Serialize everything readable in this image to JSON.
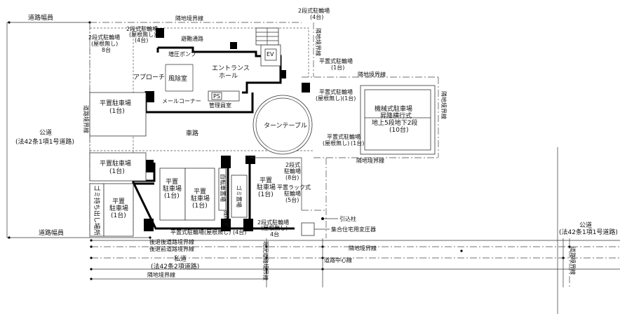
{
  "labels": {
    "road_width_top": "道路幅員",
    "road_width_bottom": "道路幅員",
    "public_road_left": "公道",
    "public_road_left_sub": "(法42条1項1号道路)",
    "public_road_right": "公道",
    "public_road_right_sub": "(法42条1項1号道路)",
    "private_road": "私道",
    "private_road_sub": "(法42条2項道路)",
    "boundary_top": "隣地境界線",
    "boundary_right_upper": "隣地境界線",
    "boundary_right_mid": "隣地境界線",
    "boundary_right_lower": "隣地境界線",
    "boundary_right_far": "隣地境界線",
    "boundary_bottom_right": "隣地境界線",
    "boundary_bottom": "隣地境界線",
    "boundary_road_left": "道路境界線",
    "boundary_road_right": "道路境界線",
    "setback_road": "後退後道路境界線",
    "setback_boundary": "後退前道路境界線",
    "road_centerline": "道路中心線",
    "current_road_boundary": "現況道路境界線",
    "evac_path": "避難通路",
    "booster_pump": "増圧ポンプ",
    "approach": "アプローチ",
    "windbreak": "風除室",
    "entrance_hall": "エントランス",
    "entrance_hall_2": "ホール",
    "ev": "EV",
    "ps": "PS",
    "mail_corner": "メールコーナー",
    "manager_room": "管理員室",
    "turntable": "ターンテーブル",
    "driveway": "車路",
    "mech_parking_1": "機械式駐車場",
    "mech_parking_2": "昇降横行式",
    "mech_parking_3": "地上5段地下2段",
    "mech_parking_4": "(10台)",
    "flat_parking_left": "平置駐車場",
    "flat_parking_left_n": "(1台)",
    "flat_parking_left2": "平置駐車場",
    "flat_parking_left2_n": "(1台)",
    "flat_parking_a1": "平置",
    "flat_parking_a2": "駐車場",
    "flat_parking_a3": "(1台)",
    "flat_parking_b1": "平置",
    "flat_parking_b2": "駐車場",
    "flat_parking_b3": "(1台)",
    "flat_parking_c1": "平置",
    "flat_parking_c2": "駐車場",
    "flat_parking_c3": "(1台)",
    "flat_parking_d1": "平置",
    "flat_parking_d2": "駐車場",
    "flat_parking_d3": "(1台)",
    "garbage_1": "ゴミ持ち出し場所",
    "garbage_2": "ゴミ置場",
    "bike_top_1": "2段式駐輪場",
    "bike_top_1n": "(4台)",
    "bike_top_2": "2段式駐輪場",
    "bike_top_2a": "(屋根無し)",
    "bike_top_2n": "(4台)",
    "bike_top_3": "2段式駐輪場",
    "bike_top_3a": "(屋根無し)",
    "bike_top_3n": "8台",
    "bike_flat_1": "平置式駐輪場",
    "bike_flat_1n": "(1台)",
    "bike_flat_2": "平置式駐輪場",
    "bike_flat_2a": "(屋根無し)",
    "bike_flat_2n": "(1台)",
    "bike_flat_3": "平置式駐輪場",
    "bike_flat_3a": "(屋根無し)",
    "bike_flat_3n": "(1台)",
    "bike_2tier_mid": "2段式",
    "bike_2tier_mid2": "駐輪場",
    "bike_2tier_mid_n": "(8台)",
    "bike_rack": "平置ラック式",
    "bike_rack2": "駐輪場",
    "bike_rack_n": "(5台)",
    "bike_bottom": "平置式駐輪場(屋根無し)",
    "bike_bottom_n": "(4台)",
    "bike_bottom_2": "2段式駐輪場",
    "bike_bottom_2a": "(屋根無し)",
    "bike_bottom_2n": "4台",
    "mech_booth": "自転車置場",
    "mech_booth2": "機械室",
    "lead_in_pole": "引込柱",
    "transformer": "集合住宅用変圧器"
  }
}
